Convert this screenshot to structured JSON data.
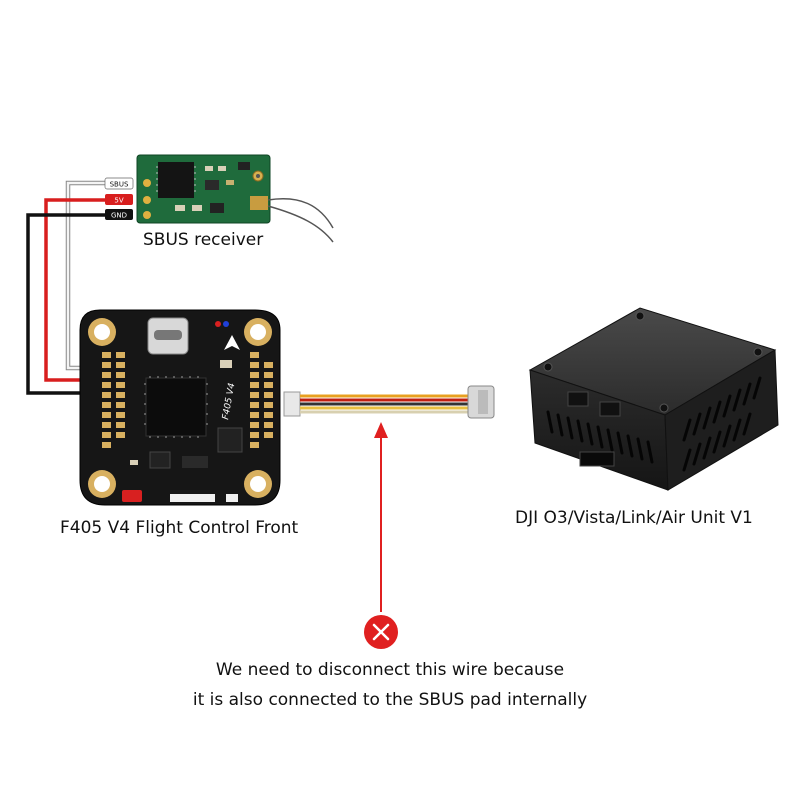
{
  "labels": {
    "receiver": "SBUS receiver",
    "flight_controller": "F405 V4 Flight Control Front",
    "air_unit": "DJI O3/Vista/Link/Air Unit V1",
    "fc_silk_model": "F405 V4"
  },
  "pins": {
    "sbus": "SBUS",
    "v5": "5V",
    "gnd": "GND"
  },
  "note": {
    "line1": "We need to disconnect this wire because",
    "line2": "it is also connected to the SBUS pad internally"
  },
  "colors": {
    "pcb_receiver": "#1f6b3c",
    "pcb_fc": "#161616",
    "wire_red": "#d81e1e",
    "wire_black": "#111111",
    "wire_white": "#eeeeee",
    "arrow_red": "#e02020",
    "air_unit": "#2a2a2a"
  },
  "icons": {
    "disconnect_marker": "x-circle-icon"
  }
}
